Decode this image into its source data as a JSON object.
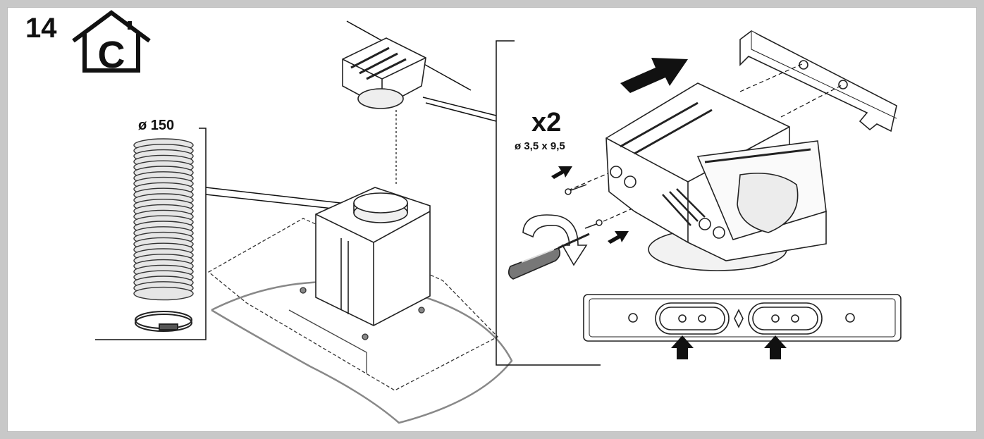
{
  "step": {
    "number": "14",
    "mode_letter": "C"
  },
  "labels": {
    "duct_diameter": "ø 150",
    "screw_quantity": "x2",
    "screw_size": "ø 3,5 x 9,5"
  },
  "icons": {
    "mode": "house-recirculation-icon",
    "screwdriver": "screwdriver-icon",
    "rotate": "rotation-arrow-icon",
    "push": "push-arrow-icon"
  },
  "colors": {
    "background": "#c8c8c8",
    "line": "#111111",
    "panel": "#ffffff"
  }
}
